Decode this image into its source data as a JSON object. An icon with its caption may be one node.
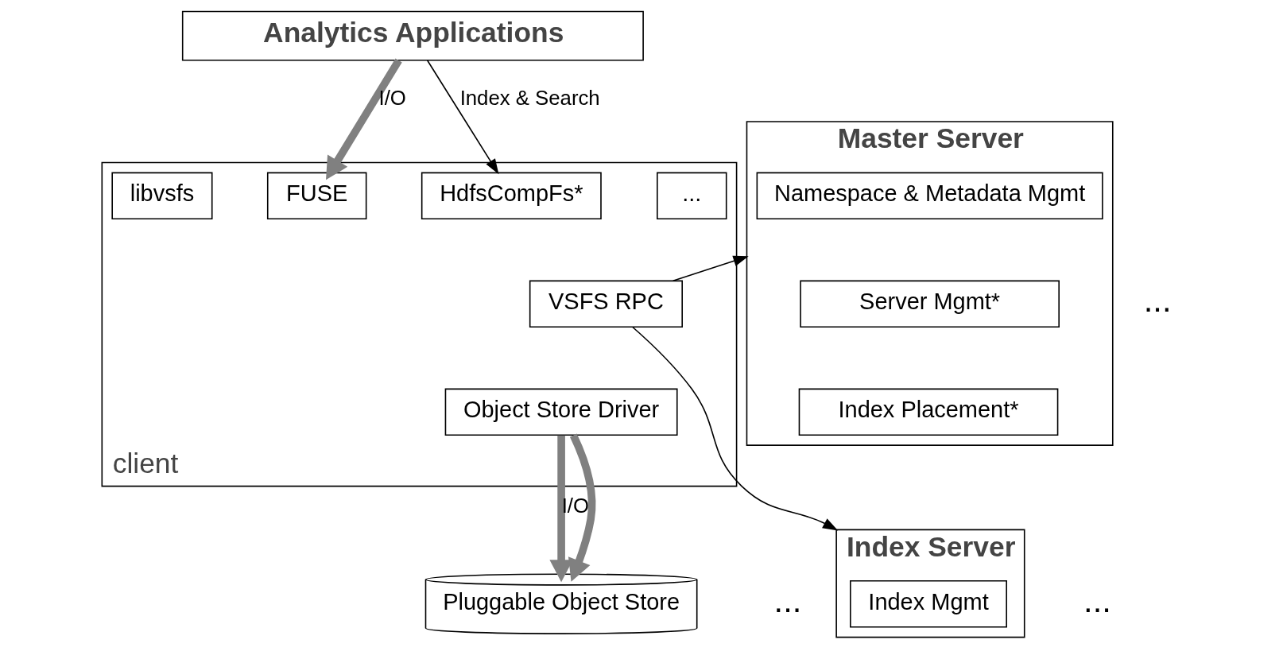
{
  "diagram": {
    "nodes": [
      {
        "text": [
          "Analytics Applications"
        ]
      },
      {
        "text": [
          "client"
        ]
      },
      {
        "text": [
          "libvsfs"
        ],
        "in": 1
      },
      {
        "text": [
          "FUSE"
        ],
        "in": 1
      },
      {
        "text": [
          "HdfsCompFs*"
        ],
        "in": 1
      },
      {
        "text": [
          "..."
        ],
        "in": 1
      },
      {
        "text": [
          "VSFS RPC"
        ],
        "in": 1
      },
      {
        "text": [
          "Object Store Driver"
        ],
        "in": 1
      },
      {
        "text": [
          "Master Server"
        ]
      },
      {
        "text": [
          "Namespace & Metadata Mgmt"
        ],
        "in": 8
      },
      {
        "text": [
          "Server Mgmt*"
        ],
        "in": 8
      },
      {
        "text": [
          "Index Placement*"
        ],
        "in": 8
      },
      {
        "text": [
          "Index Server"
        ]
      },
      {
        "text": [
          "Index Mgmt"
        ],
        "in": 12
      },
      {
        "text": [
          "Pluggable Object Store"
        ]
      }
    ],
    "edges": [
      {
        "from": 0,
        "to": 3,
        "arrow": "to",
        "label": "I/O",
        "style": "thick",
        "color": "#808080"
      },
      {
        "from": 0,
        "to": 4,
        "arrow": "to",
        "label": "Index & Search",
        "color": "#000000"
      },
      {
        "from": 6,
        "to": 8,
        "arrow": "to",
        "color": "#000000"
      },
      {
        "from": 6,
        "to": 12,
        "arrow": "to",
        "color": "#000000"
      },
      {
        "from": 7,
        "to": 14,
        "arrow": "to",
        "label": "I/O",
        "style": "thick",
        "color": "#808080"
      },
      {
        "from": 7,
        "to": 14,
        "arrow": "to",
        "style": "thick",
        "color": "#808080"
      }
    ],
    "labels": [
      "...",
      "...",
      "..."
    ]
  }
}
